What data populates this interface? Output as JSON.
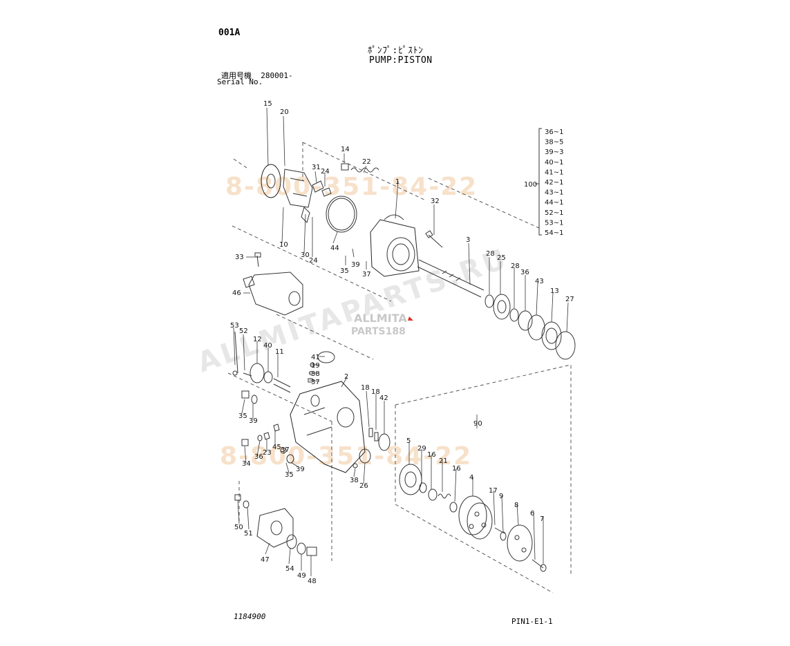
{
  "header": {
    "page_code": "001A",
    "title_jp": "ﾎﾟﾝﾌﾟ:ﾋﾟｽﾄﾝ",
    "title_en": "PUMP:PISTON",
    "applicable_model_label": "適用号機",
    "applicable_serial": "280001-",
    "serial_label": "Serial No."
  },
  "footer": {
    "doc_number": "1184900",
    "page_ref": "PIN1-E1-1"
  },
  "watermarks": {
    "phone": "8-800-351-84-22",
    "site": "ALLMITAPARTS.RU"
  },
  "kit": {
    "label": "100",
    "items": [
      "36~1",
      "38~5",
      "39~3",
      "40~1",
      "41~1",
      "42~1",
      "43~1",
      "44~1",
      "52~1",
      "53~1",
      "54~1"
    ]
  },
  "callouts": [
    {
      "n": "15"
    },
    {
      "n": "20"
    },
    {
      "n": "14"
    },
    {
      "n": "22"
    },
    {
      "n": "31"
    },
    {
      "n": "24"
    },
    {
      "n": "1"
    },
    {
      "n": "32"
    },
    {
      "n": "10"
    },
    {
      "n": "30"
    },
    {
      "n": "24"
    },
    {
      "n": "44"
    },
    {
      "n": "39"
    },
    {
      "n": "35"
    },
    {
      "n": "37"
    },
    {
      "n": "3"
    },
    {
      "n": "28"
    },
    {
      "n": "25"
    },
    {
      "n": "28"
    },
    {
      "n": "36"
    },
    {
      "n": "43"
    },
    {
      "n": "13"
    },
    {
      "n": "27"
    },
    {
      "n": "33"
    },
    {
      "n": "46"
    },
    {
      "n": "53"
    },
    {
      "n": "52"
    },
    {
      "n": "12"
    },
    {
      "n": "40"
    },
    {
      "n": "11"
    },
    {
      "n": "41"
    },
    {
      "n": "19"
    },
    {
      "n": "38"
    },
    {
      "n": "37"
    },
    {
      "n": "2"
    },
    {
      "n": "18"
    },
    {
      "n": "18"
    },
    {
      "n": "42"
    },
    {
      "n": "35"
    },
    {
      "n": "39"
    },
    {
      "n": "90"
    },
    {
      "n": "45"
    },
    {
      "n": "23"
    },
    {
      "n": "37"
    },
    {
      "n": "36"
    },
    {
      "n": "34"
    },
    {
      "n": "39"
    },
    {
      "n": "35"
    },
    {
      "n": "5"
    },
    {
      "n": "29"
    },
    {
      "n": "16"
    },
    {
      "n": "21"
    },
    {
      "n": "16"
    },
    {
      "n": "4"
    },
    {
      "n": "38"
    },
    {
      "n": "26"
    },
    {
      "n": "17"
    },
    {
      "n": "9"
    },
    {
      "n": "8"
    },
    {
      "n": "6"
    },
    {
      "n": "7"
    },
    {
      "n": "50"
    },
    {
      "n": "51"
    },
    {
      "n": "47"
    },
    {
      "n": "54"
    },
    {
      "n": "49"
    },
    {
      "n": "48"
    }
  ]
}
